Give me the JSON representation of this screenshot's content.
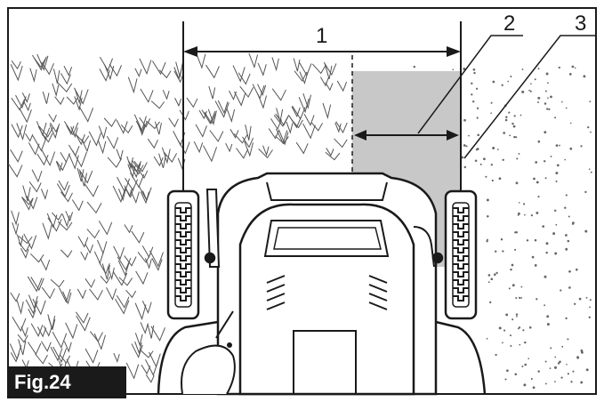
{
  "figure": {
    "label": "Fig.24",
    "callouts": [
      "1",
      "2",
      "3"
    ]
  },
  "icons": [
    "lawn-mower-icon",
    "uncut-grass-texture",
    "cut-grass-texture",
    "overlap-area"
  ],
  "colors": {
    "line": "#1a1a1a",
    "overlap_fill": "#c8c8c8",
    "background": "#ffffff"
  }
}
